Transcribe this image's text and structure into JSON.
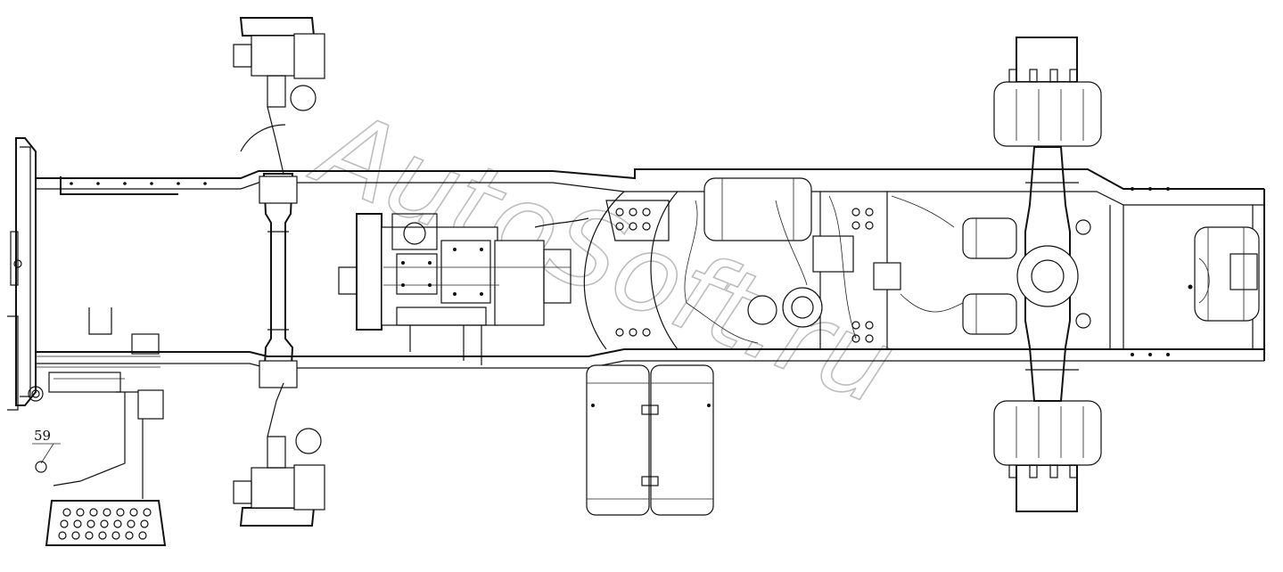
{
  "callouts": [
    {
      "id": "59",
      "label": "59"
    }
  ],
  "watermark": {
    "text": "AutoSoft.ru",
    "color": "#bdbdbd"
  },
  "colors": {
    "line": "#111111",
    "background": "#ffffff"
  }
}
